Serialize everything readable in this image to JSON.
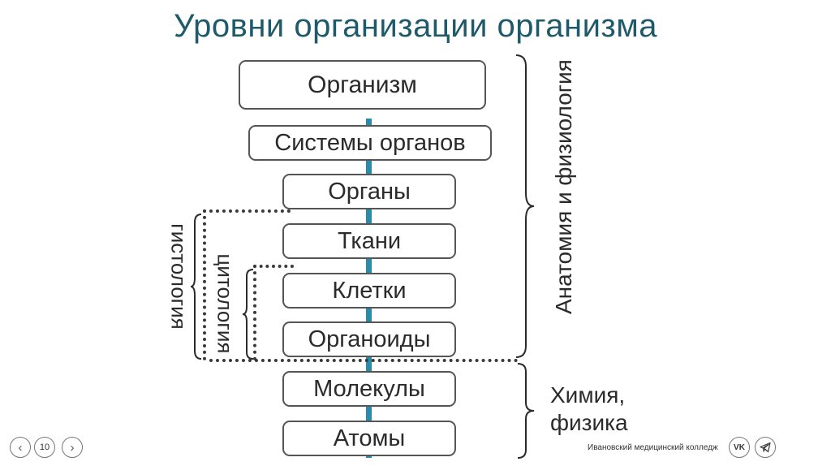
{
  "title": "Уровни организации организма",
  "levels": [
    "Организм",
    "Системы органов",
    "Органы",
    "Ткани",
    "Клетки",
    "Органоиды",
    "Молекулы",
    "Атомы"
  ],
  "labels": {
    "histology": "гистология",
    "cytology": "цитология",
    "anatomy": "Анатомия и физиология",
    "chemistry_line1": "Химия,",
    "chemistry_line2": "физика"
  },
  "footer": {
    "page": "10",
    "prev_icon": "‹",
    "next_icon": "›",
    "college": "Ивановский медицинский колледж",
    "vk": "VK",
    "telegram_icon": "telegram-icon"
  },
  "colors": {
    "title": "#1f5a6b",
    "spine": "#2a8aa8"
  }
}
